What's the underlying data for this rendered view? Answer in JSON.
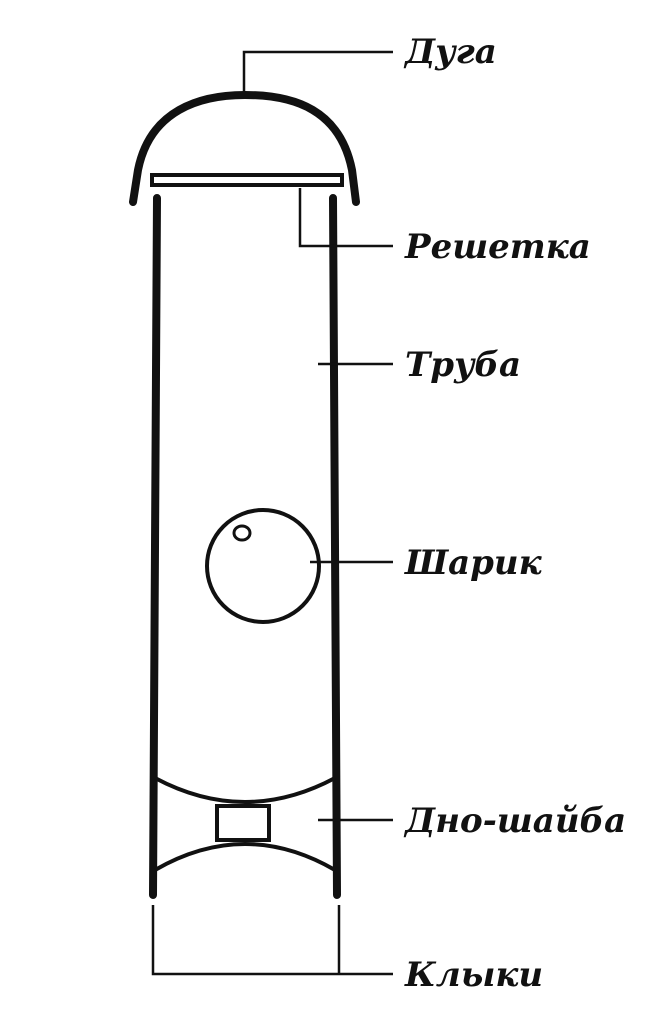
{
  "diagram": {
    "labels": {
      "arc": "Дуга",
      "grid": "Решетка",
      "tube": "Труба",
      "ball": "Шарик",
      "bottom_washer": "Дно-шайба",
      "prongs": "Клыки"
    },
    "colors": {
      "ink": "#111111",
      "background": "#ffffff"
    }
  }
}
